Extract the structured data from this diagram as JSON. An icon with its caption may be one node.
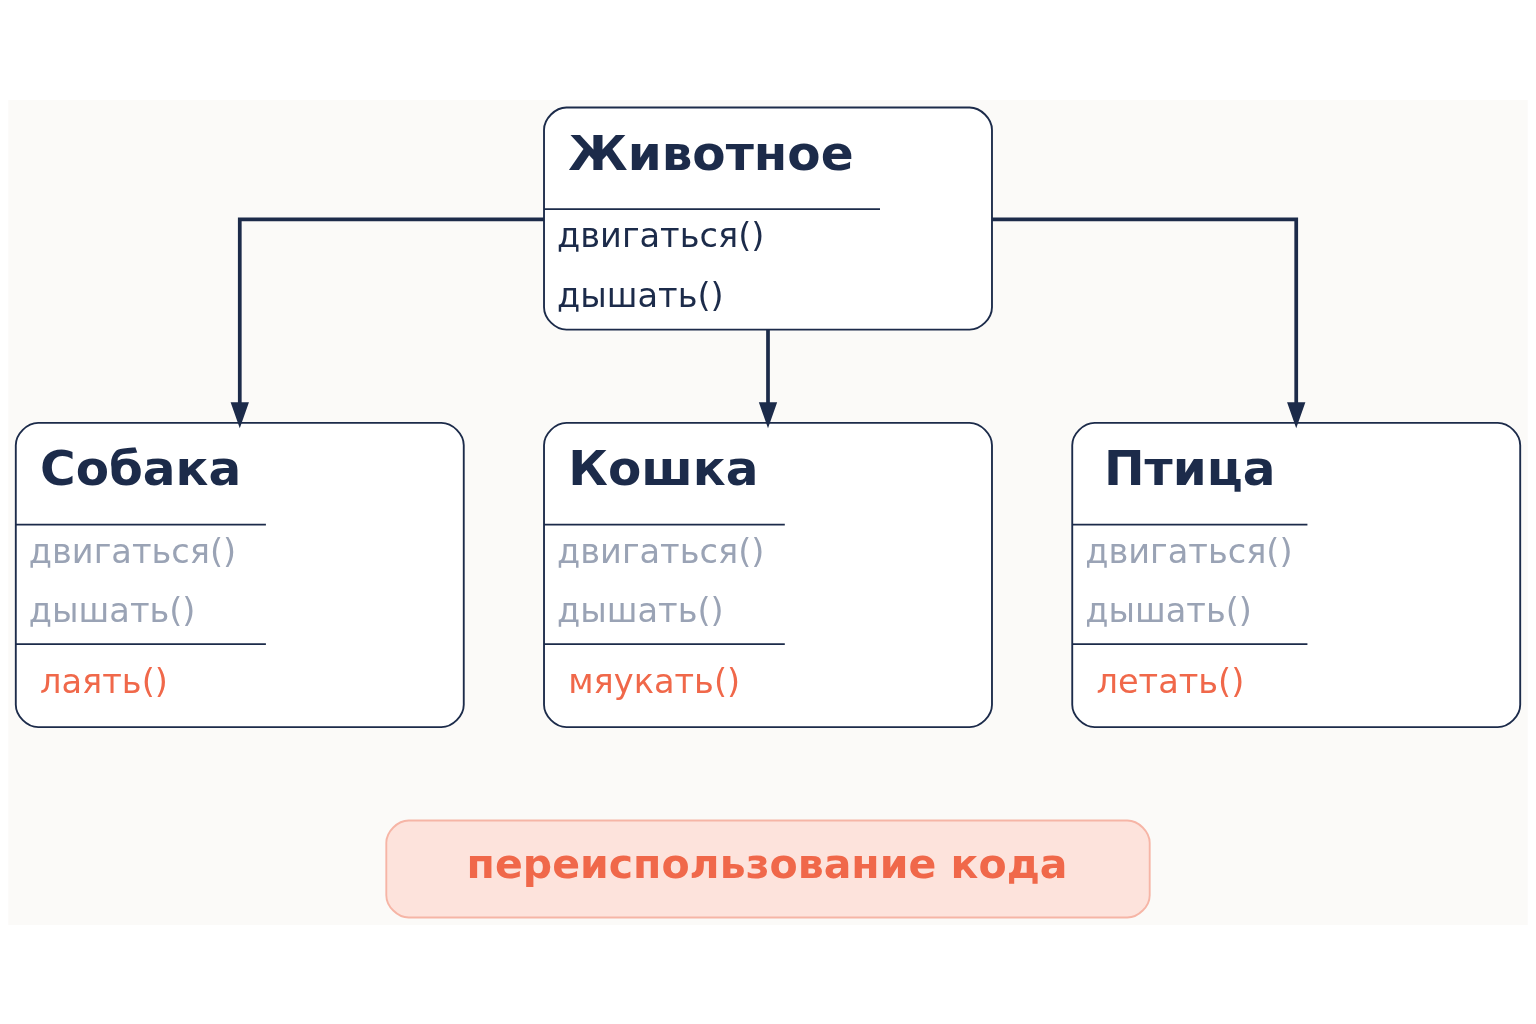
{
  "diagram": {
    "nodes": [
      {
        "text": [
          "Животное",
          "двигаться()",
          "дышать()"
        ]
      },
      {
        "text": [
          "Собака",
          "двигаться()",
          "дышать()",
          "лаять()"
        ]
      },
      {
        "text": [
          "Кошка",
          "двигаться()",
          "дышать()",
          "мяукать()"
        ]
      },
      {
        "text": [
          "Птица",
          "двигаться()",
          "дышать()",
          "летать()"
        ]
      },
      {
        "text": [
          "переиспользование кода"
        ]
      }
    ],
    "edges": [
      {
        "from": 0,
        "to": 1,
        "arrow": "to"
      },
      {
        "from": 0,
        "to": 2,
        "arrow": "to"
      },
      {
        "from": 0,
        "to": 3,
        "arrow": "to"
      }
    ]
  }
}
